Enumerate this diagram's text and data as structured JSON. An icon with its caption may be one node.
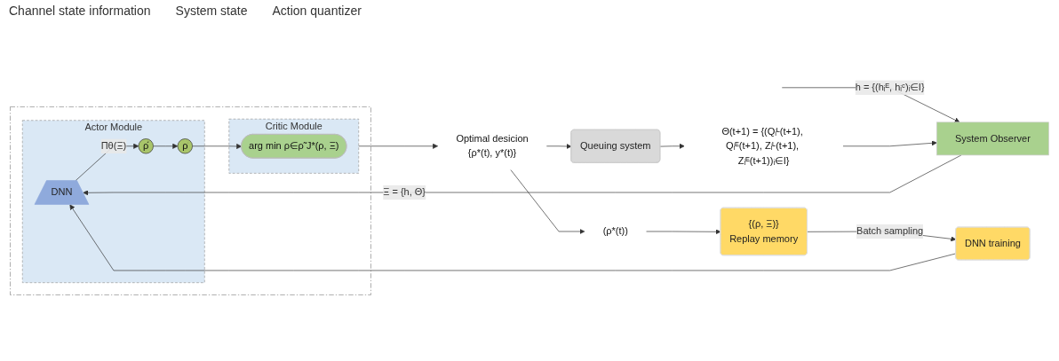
{
  "diagram": {
    "nodes": [
      {
        "text": [],
        "shape": "box"
      },
      {
        "text": [
          "Actor Module"
        ],
        "in": 0
      },
      {
        "text": [
          "DNN"
        ],
        "in": 1
      },
      {
        "text": [
          "ρ̂"
        ],
        "in": 1
      },
      {
        "text": [
          "ρ̃"
        ],
        "in": 1
      },
      {
        "text": [
          "Critic Module"
        ],
        "in": 0
      },
      {
        "text": [
          "arg min ρ∈ρ̃ J*(ρ, Ξ)"
        ],
        "in": 5
      },
      {
        "text": [
          "System Observer"
        ]
      },
      {
        "text": [
          "{ρ*(t), y*(t)}"
        ],
        "beside": [
          "Optimal desicion"
        ]
      },
      {
        "text": [
          "Queuing system"
        ]
      },
      {
        "text": [
          "(ρ*(t))"
        ]
      },
      {
        "text": [
          "{(ρ, Ξ)}",
          "Replay memory"
        ]
      },
      {
        "text": [
          "DNN training"
        ]
      },
      {
        "text": [
          "Θ(t+1) = {(Qᵢᴸ(t+1), Qᵢᴱ(t+1), Zᵢᴸ(t+1), Zᵢᴱ(t+1))ᵢ∈I}"
        ]
      }
    ],
    "edges": [
      {
        "from": null,
        "to": 7,
        "arrow": "to",
        "label": "h = {(hᵢᴱ, hᵢᶜ)ᵢ∈I}"
      },
      {
        "from": 7,
        "to": 2,
        "arrow": "to",
        "label": "Ξ = {h, Θ}"
      },
      {
        "from": 2,
        "to": 3,
        "arrow": "to",
        "label": "Πθ(Ξ)"
      },
      {
        "from": 3,
        "to": 4,
        "arrow": "to"
      },
      {
        "from": 4,
        "to": 6,
        "arrow": "to"
      },
      {
        "from": 5,
        "to": 8,
        "arrow": "to"
      },
      {
        "from": 8,
        "to": 9,
        "arrow": "to"
      },
      {
        "from": 8,
        "to": 10,
        "arrow": "to"
      },
      {
        "from": 10,
        "to": 11,
        "arrow": "to"
      },
      {
        "from": 11,
        "to": 12,
        "arrow": "to",
        "label": "Batch sampling"
      },
      {
        "from": 12,
        "to": 2,
        "arrow": "to"
      },
      {
        "from": 9,
        "to": 13,
        "arrow": "to"
      },
      {
        "from": 13,
        "to": 7,
        "arrow": "to"
      }
    ],
    "labels": [
      "Channel state information",
      "System state",
      "Action quantizer"
    ]
  }
}
